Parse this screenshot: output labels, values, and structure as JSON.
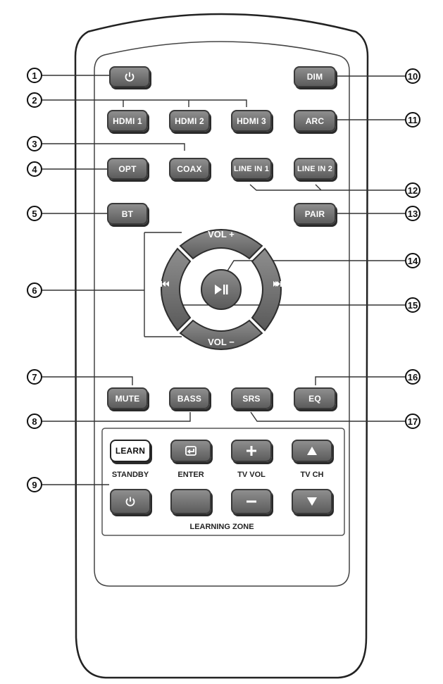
{
  "callouts": [
    "1",
    "2",
    "3",
    "4",
    "5",
    "6",
    "7",
    "8",
    "9",
    "10",
    "11",
    "12",
    "13",
    "14",
    "15",
    "16",
    "17"
  ],
  "buttons": {
    "dim": "DIM",
    "hdmi1": "HDMI 1",
    "hdmi2": "HDMI 2",
    "hdmi3": "HDMI 3",
    "arc": "ARC",
    "opt": "OPT",
    "coax": "COAX",
    "line_in_1": "LINE IN 1",
    "line_in_2": "LINE IN 2",
    "bt": "BT",
    "pair": "PAIR",
    "vol_plus": "VOL +",
    "vol_minus": "VOL −",
    "mute": "MUTE",
    "bass": "BASS",
    "srs": "SRS",
    "eq": "EQ",
    "learn": "LEARN"
  },
  "learning_zone": {
    "standby": "STANDBY",
    "enter": "ENTER",
    "tv_vol": "TV VOL",
    "tv_ch": "TV CH",
    "title": "LEARNING ZONE"
  },
  "icons": {
    "power": "power-icon",
    "play_pause": "play-pause-icon",
    "prev": "previous-track-icon",
    "next": "next-track-icon",
    "enter": "enter-icon",
    "plus": "plus-icon",
    "minus": "minus-icon",
    "up": "triangle-up-icon",
    "down": "triangle-down-icon"
  },
  "colors": {
    "button": "#6e6e6e",
    "outline": "#222222"
  }
}
